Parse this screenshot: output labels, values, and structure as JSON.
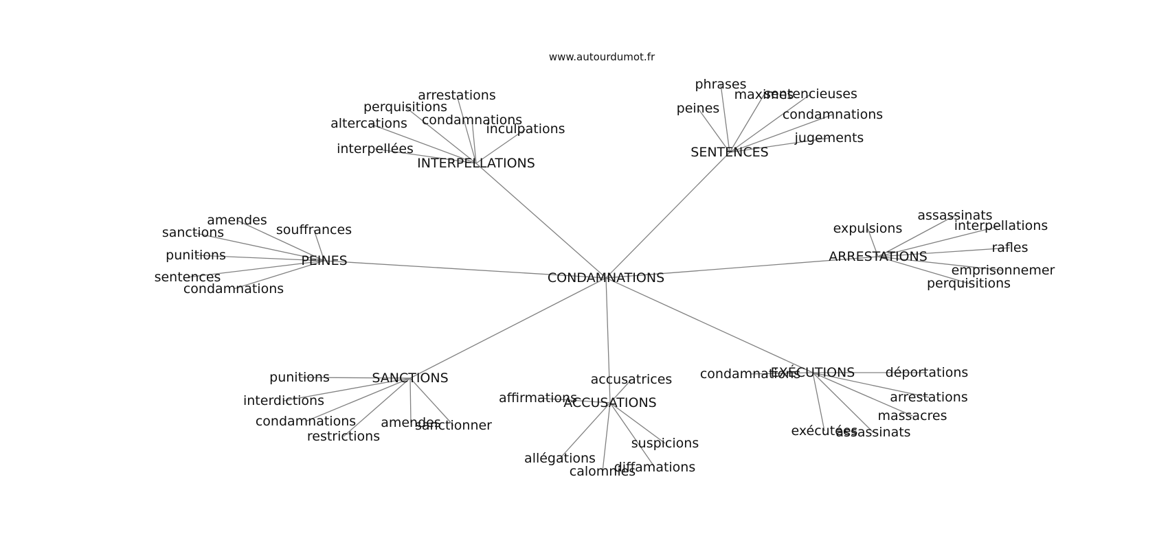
{
  "source": "www.autourdumot.fr",
  "colors": {
    "edge": "#808080",
    "text": "#111111",
    "background": "#ffffff"
  },
  "center": {
    "label": "CONDAMNATIONS"
  },
  "hubs": [
    {
      "id": "interpellations",
      "label": "INTERPELLATIONS",
      "leaves": [
        "arrestations",
        "perquisitions",
        "condamnations",
        "altercations",
        "inculpations",
        "interpellées"
      ]
    },
    {
      "id": "sentences",
      "label": "SENTENCES",
      "leaves": [
        "phrases",
        "maximes",
        "sentencieuses",
        "peines",
        "condamnations",
        "jugements"
      ]
    },
    {
      "id": "peines",
      "label": "PEINES",
      "leaves": [
        "amendes",
        "sanctions",
        "souffrances",
        "punitions",
        "sentences",
        "condamnations"
      ]
    },
    {
      "id": "arrestations",
      "label": "ARRESTATIONS",
      "leaves": [
        "assassinats",
        "expulsions",
        "interpellations",
        "rafles",
        "emprisonnemer",
        "perquisitions"
      ]
    },
    {
      "id": "sanctions",
      "label": "SANCTIONS",
      "leaves": [
        "punitions",
        "interdictions",
        "condamnations",
        "amendes",
        "sanctionner",
        "restrictions"
      ]
    },
    {
      "id": "accusations",
      "label": "ACCUSATIONS",
      "leaves": [
        "accusatrices",
        "affirmations",
        "suspicions",
        "allégations",
        "diffamations",
        "calomnies"
      ]
    },
    {
      "id": "executions",
      "label": "EXÉCUTIONS",
      "leaves": [
        "condamnations",
        "déportations",
        "arrestations",
        "massacres",
        "exécutées",
        "assassinats"
      ]
    }
  ]
}
